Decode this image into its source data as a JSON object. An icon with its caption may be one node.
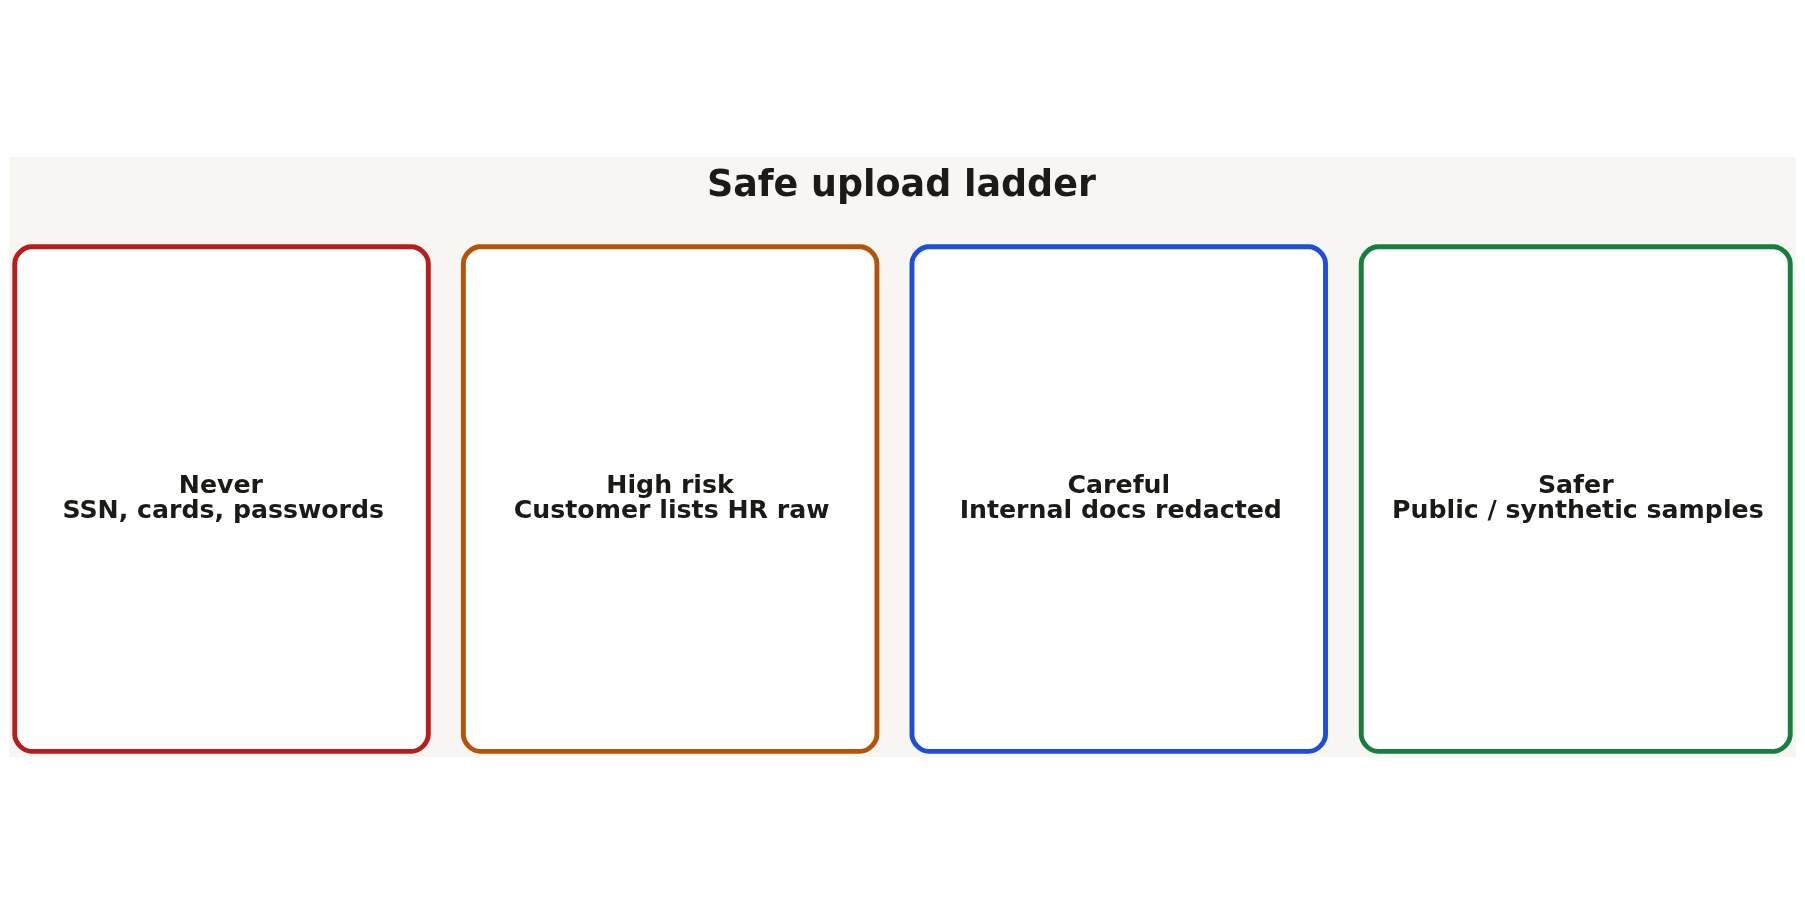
{
  "diagram": {
    "title": "Safe upload ladder",
    "nodes": [
      {
        "text": [
          "Never",
          "SSN, cards, passwords"
        ]
      },
      {
        "text": [
          "High risk",
          "Customer lists HR raw"
        ]
      },
      {
        "text": [
          "Careful",
          "Internal docs redacted"
        ]
      },
      {
        "text": [
          "Safer",
          "Public / synthetic samples"
        ]
      }
    ],
    "edges": []
  }
}
